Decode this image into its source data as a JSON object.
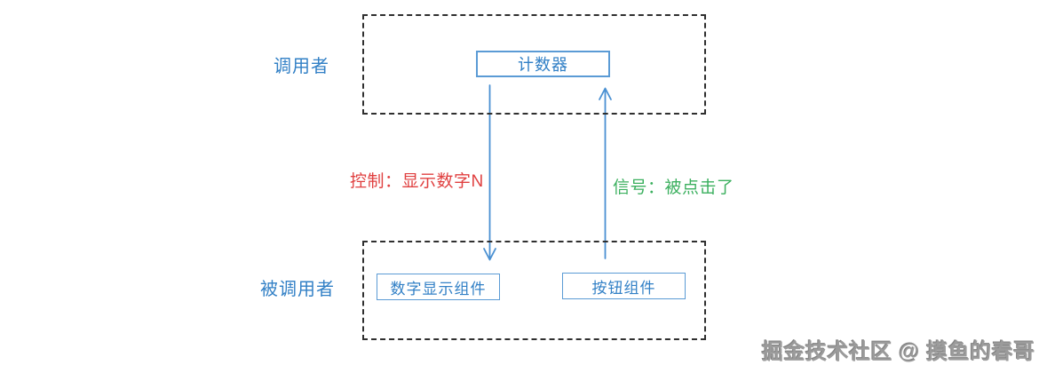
{
  "diagram": {
    "caller": {
      "label": "调用者",
      "node": "计数器"
    },
    "callee": {
      "label": "被调用者",
      "nodes": [
        "数字显示组件",
        "按钮组件"
      ]
    },
    "edges": [
      {
        "id": "control",
        "label": "控制：显示数字N",
        "from": "计数器",
        "to": "数字显示组件",
        "direction": "down",
        "color": "#e04040"
      },
      {
        "id": "signal",
        "label": "信号：被点击了",
        "from": "按钮组件",
        "to": "计数器",
        "direction": "up",
        "color": "#3cb05f"
      }
    ],
    "watermark": "掘金技术社区 @ 摸鱼的春哥"
  },
  "colors": {
    "blue-text": "#3280c6",
    "box-border": "#5b9bd5",
    "arrow": "#4a90d2",
    "red": "#e04040",
    "green": "#3cb05f",
    "dash": "#2f2f2f",
    "watermark": "#9b9b9b",
    "background": "#ffffff"
  }
}
